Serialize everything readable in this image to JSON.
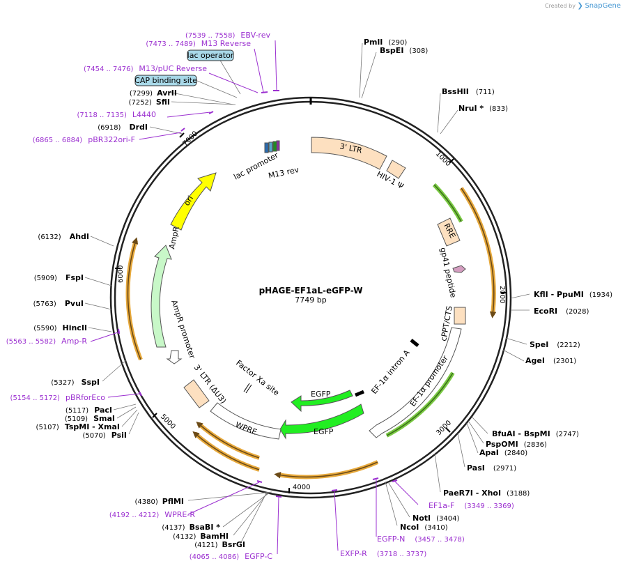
{
  "credit": {
    "prefix": "Created by",
    "brand": "SnapGene"
  },
  "title": {
    "name": "pHAGE-EF1aL-eGFP-W",
    "length": "7749 bp"
  },
  "ticks": [
    "1000",
    "2000",
    "3000",
    "4000",
    "5000",
    "6000",
    "7000"
  ],
  "sites": [
    {
      "name": "PmlI",
      "pos": "(290)"
    },
    {
      "name": "BspEI",
      "pos": "(308)"
    },
    {
      "name": "BssHII",
      "pos": "(711)"
    },
    {
      "name": "NruI *",
      "pos": "(833)"
    },
    {
      "name": "KflI - PpuMI",
      "pos": "(1934)"
    },
    {
      "name": "EcoRI",
      "pos": "(2028)"
    },
    {
      "name": "SpeI",
      "pos": "(2212)"
    },
    {
      "name": "AgeI",
      "pos": "(2301)"
    },
    {
      "name": "BfuAI - BspMI",
      "pos": "(2747)"
    },
    {
      "name": "PspOMI",
      "pos": "(2836)"
    },
    {
      "name": "ApaI",
      "pos": "(2840)"
    },
    {
      "name": "PasI",
      "pos": "(2971)"
    },
    {
      "name": "PaeR7I - XhoI",
      "pos": "(3188)"
    },
    {
      "name": "NotI",
      "pos": "(3404)"
    },
    {
      "name": "NcoI",
      "pos": "(3410)"
    },
    {
      "name": "PflMI",
      "pos": "(4380)"
    },
    {
      "name": "BsaBI *",
      "pos": "(4137)"
    },
    {
      "name": "BamHI",
      "pos": "(4132)"
    },
    {
      "name": "BsrGI",
      "pos": "(4121)"
    },
    {
      "name": "SspI",
      "pos": "(5327)"
    },
    {
      "name": "PacI",
      "pos": "(5117)"
    },
    {
      "name": "SmaI",
      "pos": "(5109)"
    },
    {
      "name": "TspMI - XmaI",
      "pos": "(5107)"
    },
    {
      "name": "PsiI",
      "pos": "(5070)"
    },
    {
      "name": "HincII",
      "pos": "(5590)"
    },
    {
      "name": "PvuI",
      "pos": "(5763)"
    },
    {
      "name": "FspI",
      "pos": "(5909)"
    },
    {
      "name": "AhdI",
      "pos": "(6132)"
    },
    {
      "name": "DrdI",
      "pos": "(6918)"
    },
    {
      "name": "SfiI",
      "pos": "(7252)"
    },
    {
      "name": "AvrII",
      "pos": "(7299)"
    }
  ],
  "primers": [
    {
      "name": "EBV-rev",
      "range": "(7539 .. 7558)"
    },
    {
      "name": "M13 Reverse",
      "range": "(7473 .. 7489)"
    },
    {
      "name": "M13/pUC Reverse",
      "range": "(7454 .. 7476)"
    },
    {
      "name": "L4440",
      "range": "(7118 .. 7135)"
    },
    {
      "name": "pBR322ori-F",
      "range": "(6865 .. 6884)"
    },
    {
      "name": "Amp-R",
      "range": "(5563 .. 5582)"
    },
    {
      "name": "pBRforEco",
      "range": "(5154 .. 5172)"
    },
    {
      "name": "WPRE-R",
      "range": "(4192 .. 4212)"
    },
    {
      "name": "EGFP-C",
      "range": "(4065 .. 4086)"
    },
    {
      "name": "EXFP-R",
      "range": "(3718 .. 3737)"
    },
    {
      "name": "EGFP-N",
      "range": "(3457 .. 3478)"
    },
    {
      "name": "EF1a-F",
      "range": "(3349 .. 3369)"
    }
  ],
  "boxes": [
    "lac operator",
    "CAP binding site"
  ],
  "features": {
    "ltr3": "3' LTR",
    "hiv_psi": "HIV-1 Ψ",
    "rre": "RRE",
    "gp41": "gp41 peptide",
    "cppt": "cPPT/CTS",
    "ef1a_promoter": "EF-1α promoter",
    "ef1a_intron": "EF-1α intron A",
    "egfp_inner": "EGFP",
    "egfp_outer": "EGFP",
    "wpre": "WPRE",
    "factor_xa": "Factor Xa site",
    "ltr3_du3": "3' LTR (ΔU3)",
    "ampr_promoter": "AmpR promoter",
    "ampr": "AmpR",
    "ori": "ori",
    "lac_promoter": "lac promoter",
    "m13_rev": "M13 rev"
  },
  "colors": {
    "ltr": "#fde0c0",
    "gfp": "#22ee22",
    "ori": "#ffff00",
    "ampr": "#c8f8c8",
    "primer": "#9b30d0",
    "orf_gold": "#e7a93c",
    "orf_green": "#7ac943"
  }
}
